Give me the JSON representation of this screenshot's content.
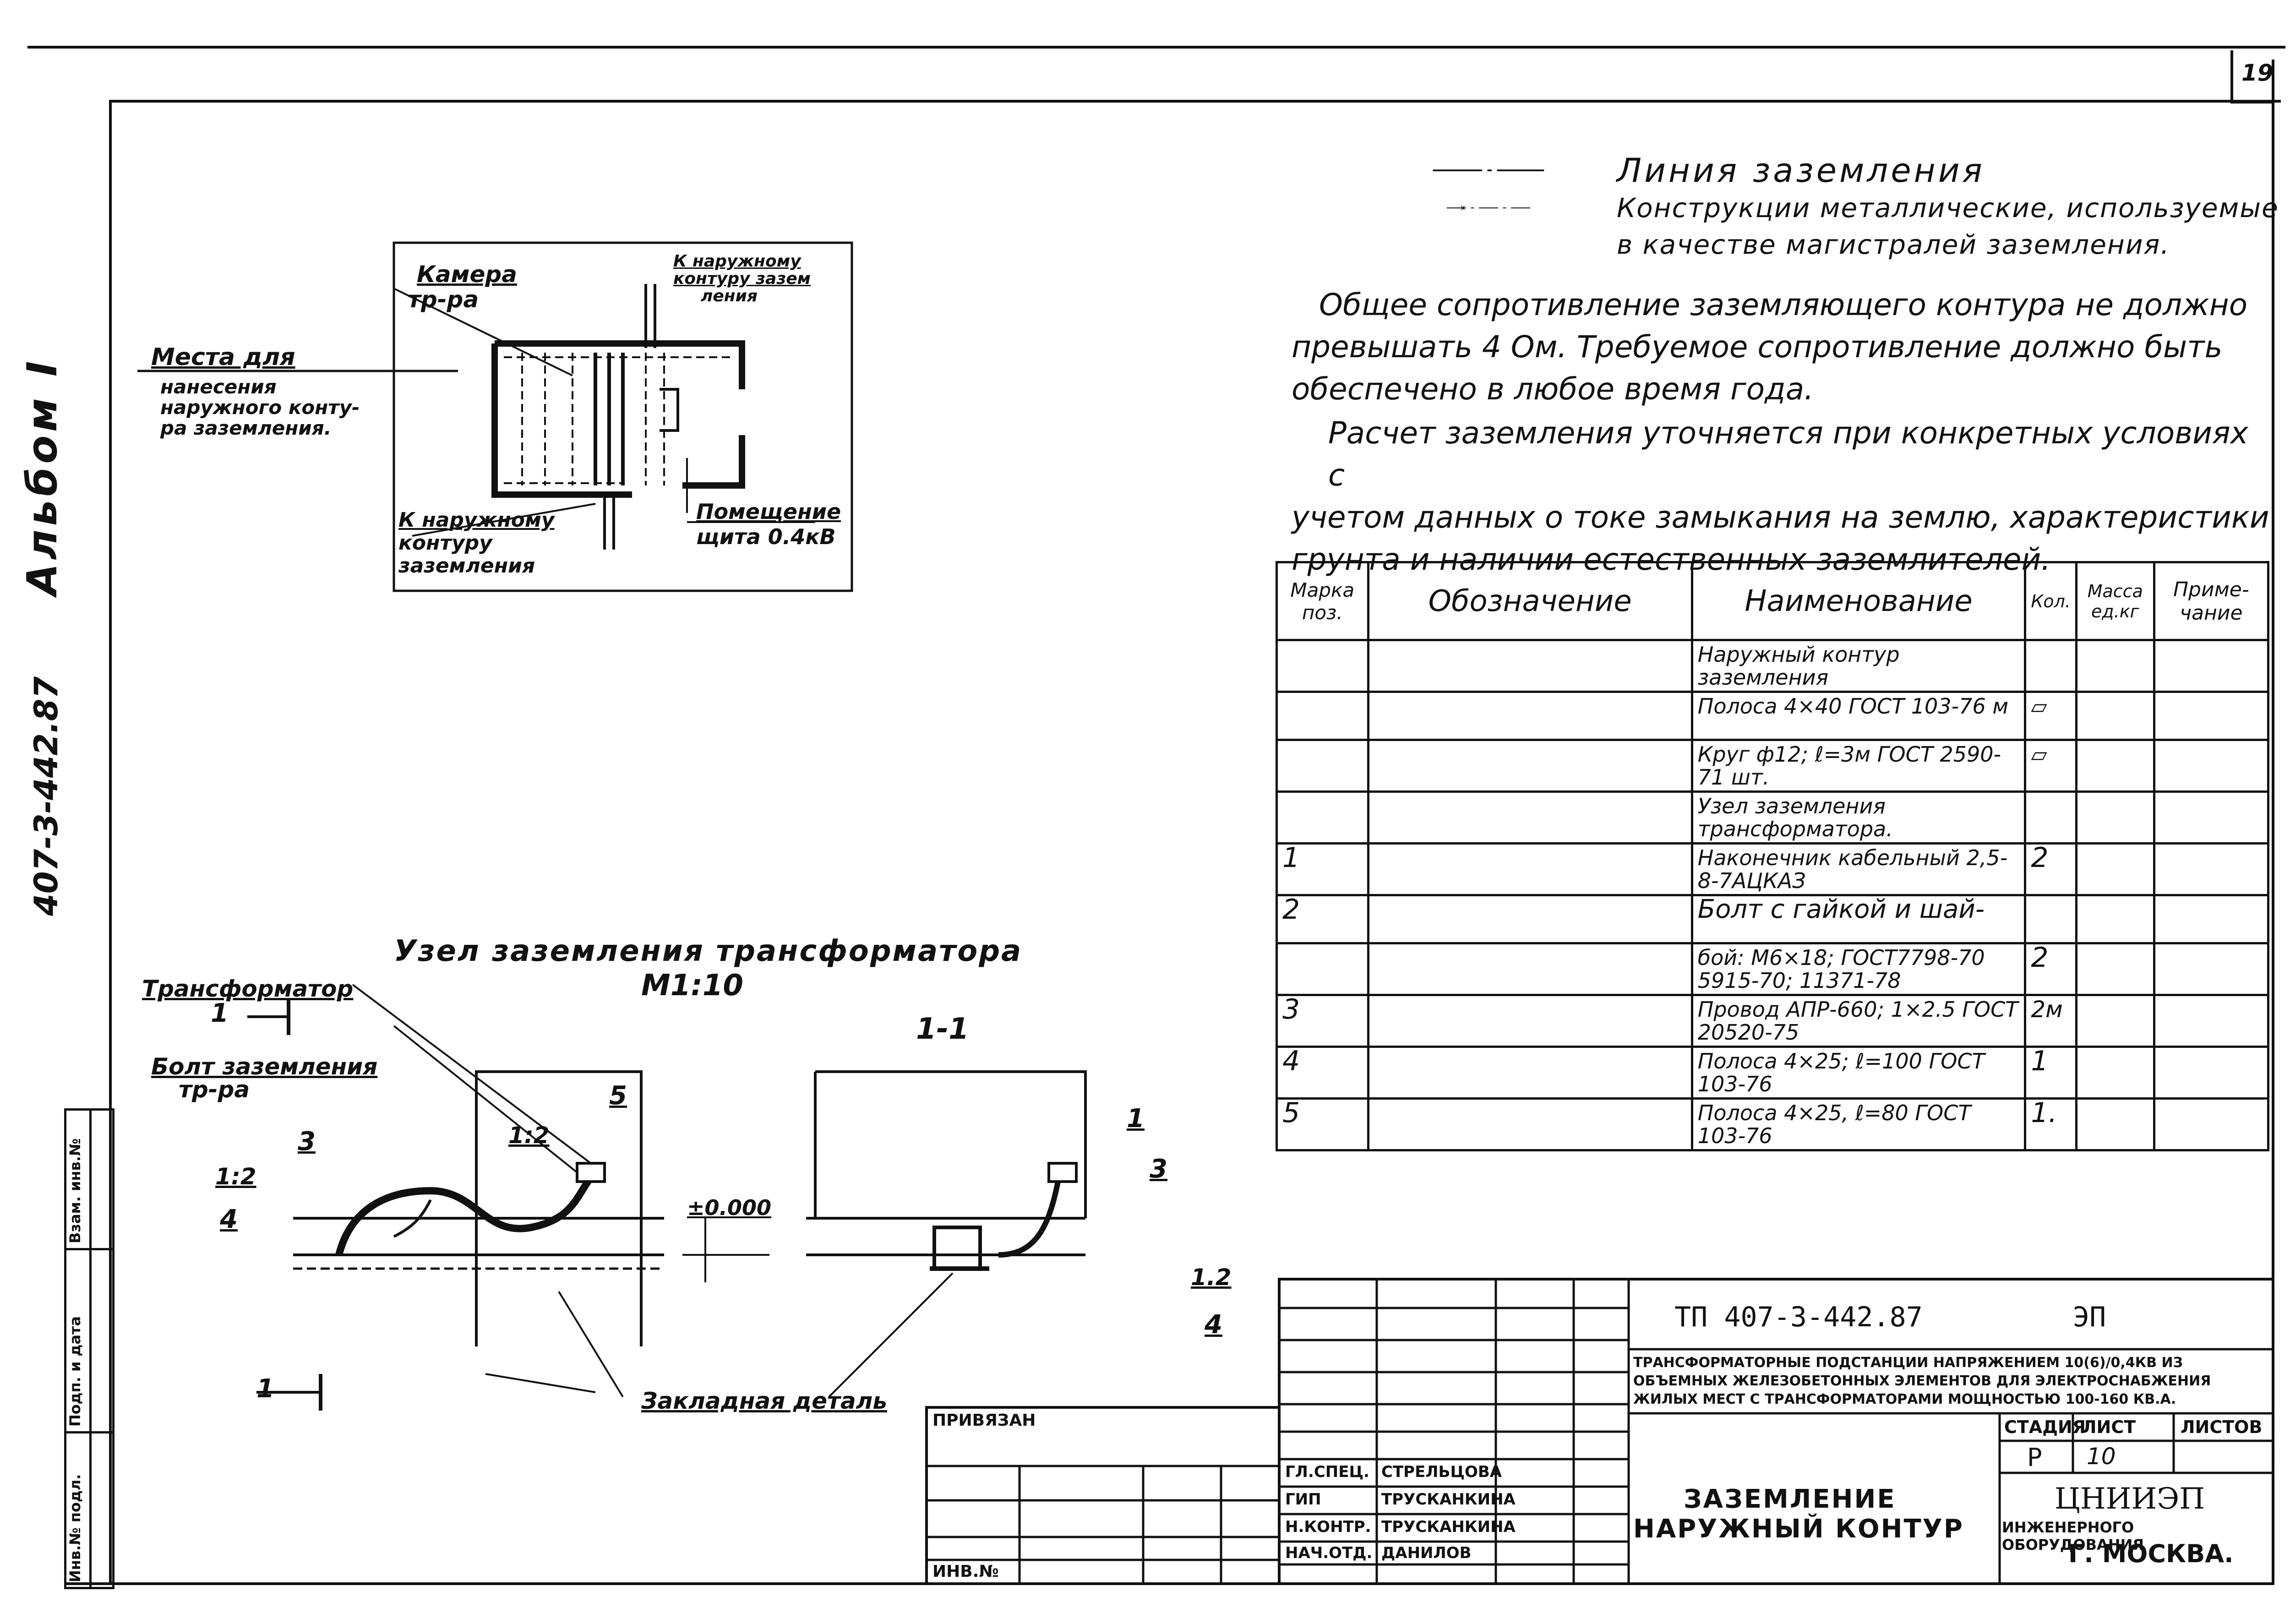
{
  "page_number": "19",
  "album": {
    "name": "Альбом I",
    "code": "407-3-442.87"
  },
  "legend": {
    "line1": "Линия заземления",
    "line2a": "Конструкции металлические, используемые",
    "line2b": "в качестве магистралей заземления."
  },
  "paragraphs": {
    "p1": [
      "Общее сопротивление заземляющего контура не должно",
      "превышать 4 Ом. Требуемое сопротивление должно быть",
      "обеспечено в любое время года."
    ],
    "p2": [
      "Расчет заземления уточняется при конкретных условиях с",
      "учетом данных о токе замыкания на землю, характеристики",
      "грунта и наличии естественных заземлителей."
    ]
  },
  "plan": {
    "label_kamera": "Камера",
    "label_tr": "тр-ра",
    "label_k_naruzh_top1": "К наружному",
    "label_k_naruzh_top2": "контуру зазем",
    "label_k_naruzh_top3": "ления",
    "label_mesta1": "Места для",
    "label_mesta2": "нанесения",
    "label_mesta3": "наружного конту-",
    "label_mesta4": "ра заземления.",
    "label_k_bottom1": "К наружному",
    "label_k_bottom2": "контуру",
    "label_k_bottom3": "заземления",
    "label_pom1": "Помещение",
    "label_pom2": "щита 0.4кВ"
  },
  "uzel": {
    "title": "Узел заземления трансформатора",
    "scale": "М1:10",
    "section_label": "1-1",
    "transformer": "Трансформатор",
    "bolt1": "Болт заземления",
    "bolt2": "тр-ра",
    "zero_mark": "±0.000",
    "zakladnaya": "Закладная деталь",
    "cut_mark": "1",
    "callouts": [
      "5",
      "1:2",
      "3",
      "1:2",
      "4",
      "1",
      "3",
      "1.2",
      "4"
    ]
  },
  "spec_table": {
    "headers": [
      "Марка поз.",
      "Обозначение",
      "Наименование",
      "Кол.",
      "Масса ед.кг",
      "Приме-чание"
    ],
    "rows": [
      {
        "poz": "",
        "name": "Наружный контур заземления",
        "qty": ""
      },
      {
        "poz": "",
        "name": "Полоса 4×40 ГОСТ 103-76   м",
        "qty": "▱"
      },
      {
        "poz": "",
        "name": "Круг ф12; ℓ=3м ГОСТ 2590-71  шт.",
        "qty": "▱"
      },
      {
        "poz": "",
        "name": "Узел заземления трансформатора.",
        "qty": ""
      },
      {
        "poz": "1",
        "name": "Наконечник кабельный 2,5-8-7АЦКАЗ",
        "qty": "2"
      },
      {
        "poz": "2",
        "name": "Болт с гайкой и шай-",
        "qty": ""
      },
      {
        "poz": "",
        "name": "бой: М6×18; ГОСТ7798-70 5915-70; 11371-78",
        "qty": "2"
      },
      {
        "poz": "3",
        "name": "Провод АПР-660; 1×2.5 ГОСТ 20520-75",
        "qty": "2м"
      },
      {
        "poz": "4",
        "name": "Полоса 4×25; ℓ=100 ГОСТ 103-76",
        "qty": "1"
      },
      {
        "poz": "5",
        "name": "Полоса 4×25, ℓ=80 ГОСТ 103-76",
        "qty": "1."
      }
    ]
  },
  "title_block": {
    "doc_code": "ТП 407-3-442.87",
    "section": "ЭП",
    "project_desc": "Трансформаторные подстанции напряжением 10(6)/0,4кВ из объемных железобетонных элементов для электроснабжения жилых мест с трансформаторами мощностью 100-160 кВ.А.",
    "stage_label": "Стадия",
    "sheet_label": "Лист",
    "sheets_label": "Листов",
    "stage": "Р",
    "sheet": "10",
    "drawing_title1": "Заземление",
    "drawing_title2": "наружный контур",
    "org1": "ЦНИИЭП",
    "org2": "инженерного оборудования",
    "org3": "г. Москва.",
    "roles": [
      "Гл.спец.",
      "ГИП",
      "Н.контр.",
      "Нач.отд."
    ],
    "names": [
      "Стрельцова",
      "Трусканкина",
      "Трусканкина",
      "Данилов"
    ],
    "privyazan": "Привязан",
    "inv_no": "Инв.№",
    "side_labels": [
      "Инв.№ подл.",
      "Подп. и дата",
      "Взам. инв.№"
    ]
  }
}
